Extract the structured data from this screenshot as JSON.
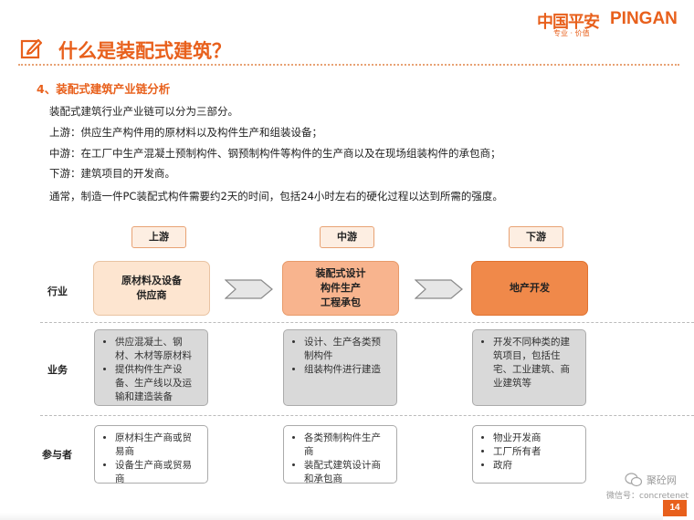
{
  "logo": {
    "cn": "中国平安",
    "en": "PINGAN",
    "sub": "专业 · 价值"
  },
  "title": "什么是装配式建筑？",
  "section_heading": "4、装配式建筑产业链分析",
  "paragraphs": [
    "装配式建筑行业产业链可以分为三部分。",
    "上游：供应生产构件用的原材料以及构件生产和组装设备；",
    "中游：在工厂中生产混凝土预制构件、钢预制构件等构件的生产商以及在现场组装构件的承包商；",
    "下游：建筑项目的开发商。",
    "通常，制造一件PC装配式构件需要约2天的时间，包括24小时左右的硬化过程以达到所需的强度。"
  ],
  "stages": [
    "上游",
    "中游",
    "下游"
  ],
  "rows": [
    "行业",
    "业务",
    "参与者"
  ],
  "industry_boxes": [
    [
      "原材料及设备",
      "供应商"
    ],
    [
      "装配式设计",
      "构件生产",
      "工程承包"
    ],
    [
      "地产开发"
    ]
  ],
  "business": [
    [
      "供应混凝土、钢材、木材等原材料",
      "提供构件生产设备、生产线以及运输和建造装备"
    ],
    [
      "设计、生产各类预制构件",
      "组装构件进行建造"
    ],
    [
      "开发不同种类的建筑项目，包括住宅、工业建筑、商业建筑等"
    ]
  ],
  "participants": [
    [
      "原材料生产商或贸易商",
      "设备生产商或贸易商"
    ],
    [
      "各类预制构件生产商",
      "装配式建筑设计商和承包商"
    ],
    [
      "物业开发商",
      "工厂所有者",
      "政府"
    ]
  ],
  "watermark": {
    "line1": "聚砼网",
    "line2": "微信号：concretenet"
  },
  "page_number": "14",
  "colors": {
    "brand": "#e8601c",
    "box1": "#fde5d0",
    "box2": "#f8b48e",
    "box3": "#f0894a",
    "gray_box": "#d9d9d9"
  },
  "icons": {
    "title": "edit-square-icon",
    "watermark": "wechat-icon"
  }
}
